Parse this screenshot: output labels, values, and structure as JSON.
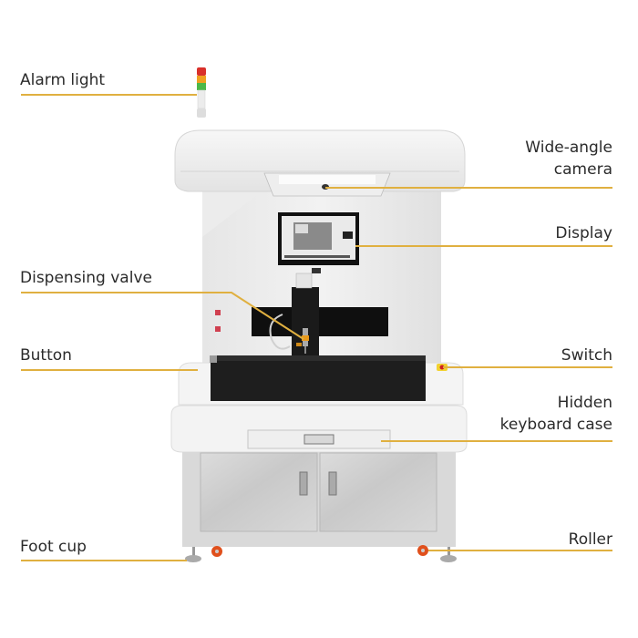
{
  "diagram": {
    "type": "annotated-product-diagram",
    "subject": "Automatic dispensing machine",
    "leader_color": "#e0b040",
    "labels_left": [
      {
        "id": "alarm-light",
        "text": "Alarm light"
      },
      {
        "id": "dispensing-valve",
        "text": "Dispensing valve"
      },
      {
        "id": "button",
        "text": "Button"
      },
      {
        "id": "foot-cup",
        "text": "Foot cup"
      }
    ],
    "labels_right": [
      {
        "id": "wide-angle-camera",
        "line1": "Wide-angle",
        "line2": "camera"
      },
      {
        "id": "display",
        "text": "Display"
      },
      {
        "id": "switch",
        "text": "Switch"
      },
      {
        "id": "hidden-keyboard-case",
        "line1": "Hidden",
        "line2": "keyboard case"
      },
      {
        "id": "roller",
        "text": "Roller"
      }
    ],
    "alarm_light_colors": [
      "#d9302a",
      "#f0a020",
      "#4cb848"
    ]
  }
}
